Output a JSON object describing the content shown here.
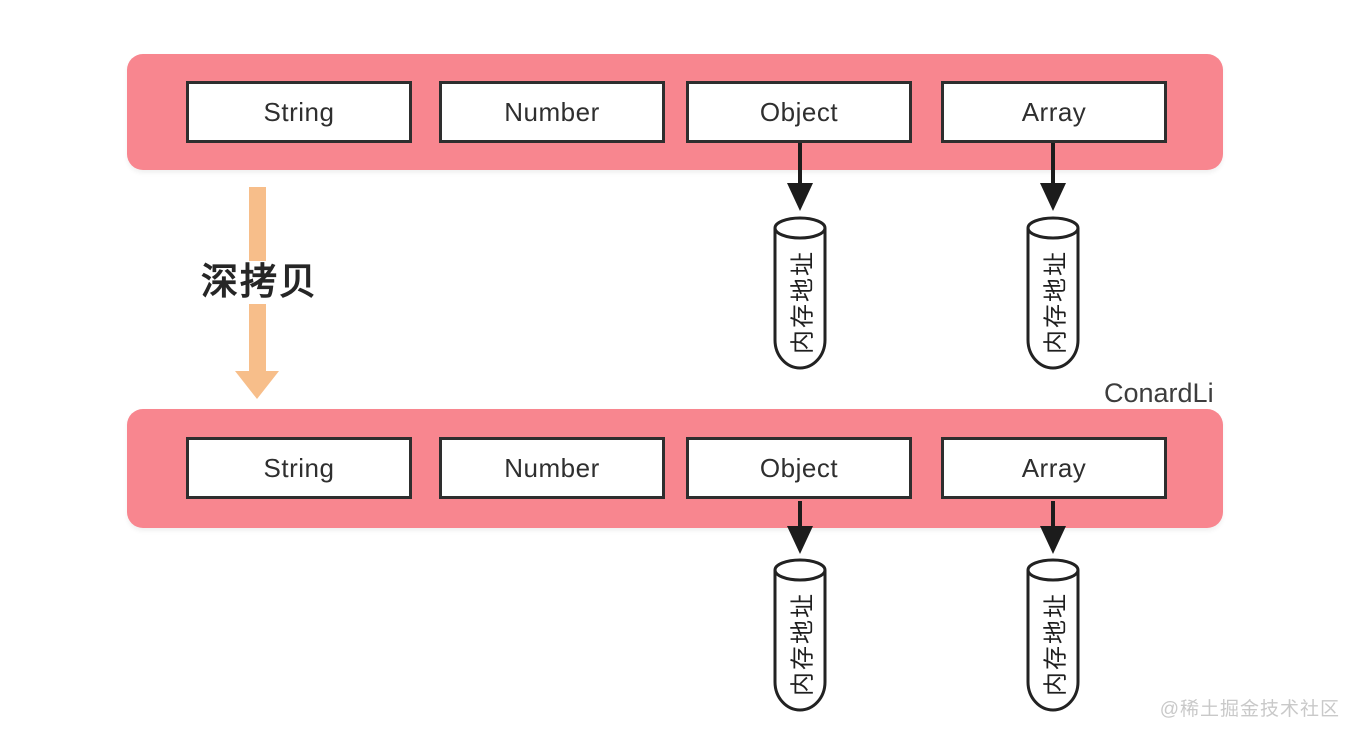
{
  "diagram": {
    "deep_copy_label": "深拷贝",
    "credit": "ConardLi",
    "watermark": "@稀土掘金技术社区",
    "memory_label": "内存地址",
    "source_row": {
      "items": [
        "String",
        "Number",
        "Object",
        "Array"
      ]
    },
    "copy_row": {
      "items": [
        "String",
        "Number",
        "Object",
        "Array"
      ]
    },
    "colors": {
      "band_pink": "#F8868F",
      "arrow_orange": "#F7BE8A",
      "box_border": "#2E2E2E",
      "arrow_black": "#1C1C1C",
      "box_text": "#2F2F2F",
      "watermark_gray": "#C9C9C9"
    }
  }
}
